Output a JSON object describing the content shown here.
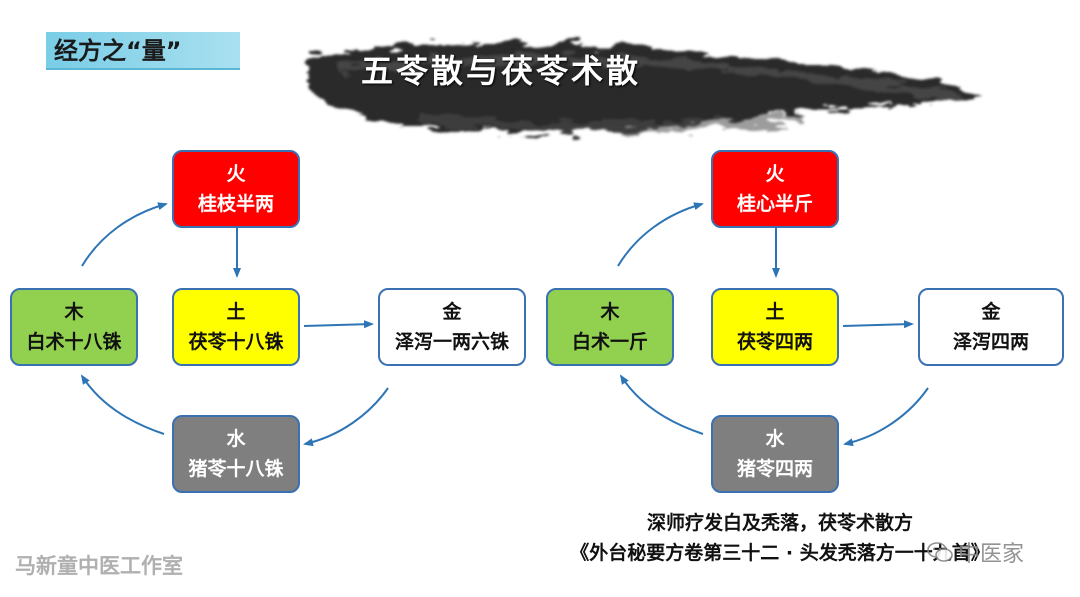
{
  "header": {
    "section_tag": "经方之“量”",
    "title": "五苓散与茯苓术散"
  },
  "left_diagram": {
    "fire": {
      "element": "火",
      "herb": "桂枝半两"
    },
    "earth": {
      "element": "土",
      "herb": "茯苓十八铢"
    },
    "metal": {
      "element": "金",
      "herb": "泽泻一两六铢"
    },
    "water": {
      "element": "水",
      "herb": "猪苓十八铢"
    },
    "wood": {
      "element": "木",
      "herb": "白术十八铢"
    }
  },
  "right_diagram": {
    "fire": {
      "element": "火",
      "herb": "桂心半斤"
    },
    "earth": {
      "element": "土",
      "herb": "茯苓四两"
    },
    "metal": {
      "element": "金",
      "herb": "泽泻四两"
    },
    "water": {
      "element": "水",
      "herb": "猪苓四两"
    },
    "wood": {
      "element": "木",
      "herb": "白术一斤"
    }
  },
  "source": {
    "line1": "深师疗发白及秃落，茯苓术散方",
    "line2": "《外台秘要方卷第三十二 · 头发秃落方一十九首》"
  },
  "footer": {
    "studio": "马新童中医工作室",
    "watermark": "中医家"
  },
  "colors": {
    "fire": "#ff0000",
    "earth": "#ffff00",
    "wood": "#92d050",
    "metal": "#ffffff",
    "water": "#7f7f7f",
    "border": "#3a71b3",
    "arrow": "#2e75b6",
    "tag": "#79cde6"
  }
}
